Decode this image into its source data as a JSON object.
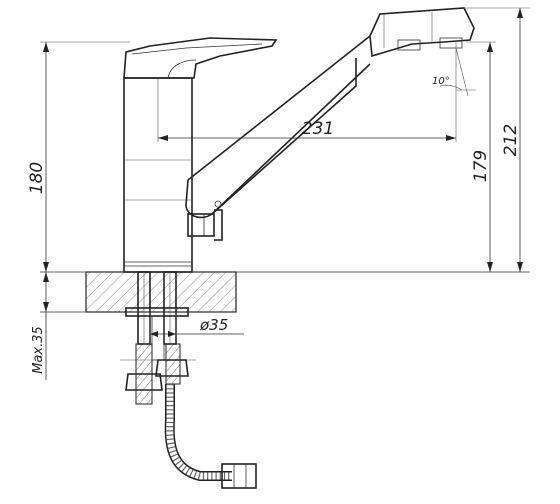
{
  "dimensions": {
    "total_height": "212",
    "body_height": "180",
    "spout_height": "179",
    "spout_reach": "231",
    "angle": "10°",
    "max_thickness": "Max.35",
    "hole_diameter": "ø35"
  },
  "colors": {
    "line": "#222222",
    "hatch": "#444444",
    "background": "#ffffff"
  }
}
